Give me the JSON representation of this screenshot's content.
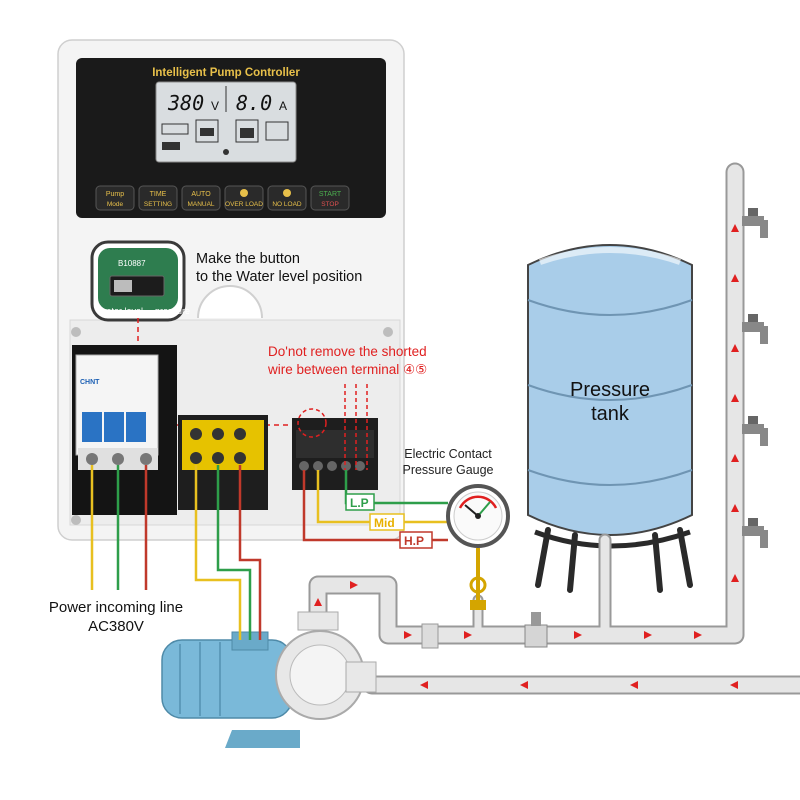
{
  "controller": {
    "title": "Intelligent Pump Controller",
    "voltage_value": "380",
    "voltage_unit": "V",
    "current_value": "8.0",
    "current_unit": "A",
    "buttons": [
      {
        "top": "Pump",
        "bottom": "Mode"
      },
      {
        "top": "TIME",
        "bottom": "SETTING"
      },
      {
        "top": "AUTO",
        "bottom": "MANUAL"
      },
      {
        "top": "",
        "bottom": "OVER LOAD"
      },
      {
        "top": "",
        "bottom": "NO LOAD"
      },
      {
        "top": "START",
        "bottom": "STOP"
      }
    ],
    "switch_model": "B10887",
    "switch_left_label": "water level",
    "switch_right_label": "pressure",
    "breaker_brand": "CHNT"
  },
  "annotations": {
    "make_button_line1": "Make the button",
    "make_button_line2": "to the Water level position",
    "shorted_line1": "Do'not remove the shorted",
    "shorted_line2": "wire between terminal ④⑤",
    "gauge_line1": "Electric Contact",
    "gauge_line2": "Pressure Gauge",
    "tank_line1": "Pressure",
    "tank_line2": "tank",
    "power_line1": "Power incoming line",
    "power_line2": "AC380V"
  },
  "wires": {
    "lp": "L.P",
    "mid": "Mid",
    "hp": "H.P"
  },
  "colors": {
    "panel_black": "#1a1a1a",
    "lcd_bg": "#d9dde0",
    "tank_blue": "#a9cde9",
    "pump_blue": "#7ab9d9",
    "arrow_red": "#e02020",
    "wire_red": "#c0392b",
    "wire_green": "#2e9e4a",
    "wire_yellow": "#e8c020",
    "annotation_red": "#e02020",
    "pipe": "#e6e6e6"
  }
}
